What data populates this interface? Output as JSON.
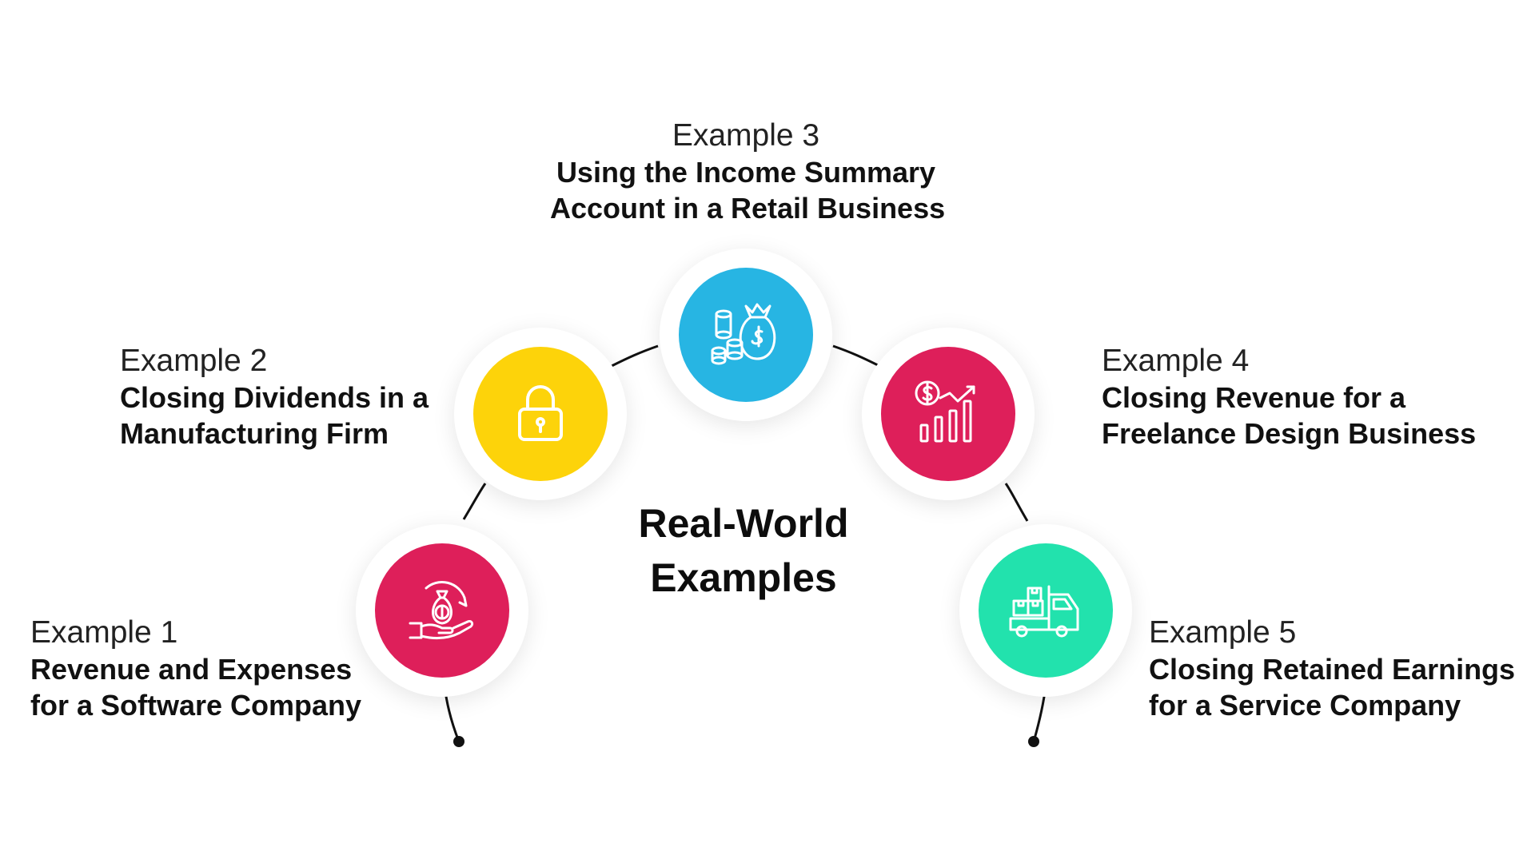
{
  "center": {
    "line1": "Real-World",
    "line2": "Examples"
  },
  "examples": [
    {
      "number": "Example 1",
      "title_line1": "Revenue and Expenses",
      "title_line2": "for a Software Company",
      "icon": "money-bag-hand-icon",
      "color": "#de1f5a"
    },
    {
      "number": "Example 2",
      "title_line1": "Closing Dividends in a",
      "title_line2": "Manufacturing Firm",
      "icon": "padlock-icon",
      "color": "#fdd30a"
    },
    {
      "number": "Example 3",
      "title_line1": "Using the Income Summary",
      "title_line2": "Account in a Retail Business",
      "icon": "coins-money-bag-icon",
      "color": "#27b5e3"
    },
    {
      "number": "Example 4",
      "title_line1": "Closing Revenue for a",
      "title_line2": "Freelance Design Business",
      "icon": "growth-chart-icon",
      "color": "#de1f5a"
    },
    {
      "number": "Example 5",
      "title_line1": "Closing Retained Earnings",
      "title_line2": "for a Service Company",
      "icon": "delivery-truck-icon",
      "color": "#22e2ad"
    }
  ]
}
